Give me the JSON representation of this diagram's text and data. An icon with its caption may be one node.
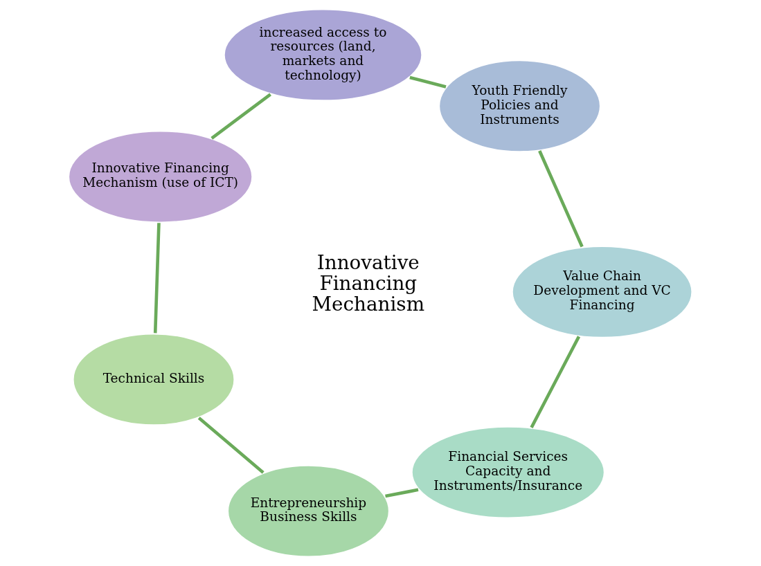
{
  "diagram": {
    "nodes": [
      {
        "text": [
          "Technical Skills"
        ]
      },
      {
        "text": [
          "Entrepreneurship Business Skills"
        ]
      },
      {
        "text": [
          "Financial Services Capacity and Instruments/Insurance"
        ]
      },
      {
        "text": [
          "Value Chain Development and VC Financing"
        ]
      },
      {
        "text": [
          "Youth Friendly Policies and Instruments"
        ]
      },
      {
        "text": [
          "increased access to resources (land, markets and technology)"
        ]
      },
      {
        "text": [
          "Innovative Financing Mechanism (use of ICT)"
        ]
      }
    ],
    "edges": [
      {
        "from": 0,
        "to": 1,
        "arrow": "none"
      },
      {
        "from": 1,
        "to": 2,
        "arrow": "none"
      },
      {
        "from": 2,
        "to": 3,
        "arrow": "none"
      },
      {
        "from": 3,
        "to": 4,
        "arrow": "none"
      },
      {
        "from": 4,
        "to": 5,
        "arrow": "none"
      },
      {
        "from": 5,
        "to": 6,
        "arrow": "none"
      },
      {
        "from": 6,
        "to": 0,
        "arrow": "none"
      }
    ],
    "labels": [
      "Innovative Financing Mechanism"
    ]
  }
}
